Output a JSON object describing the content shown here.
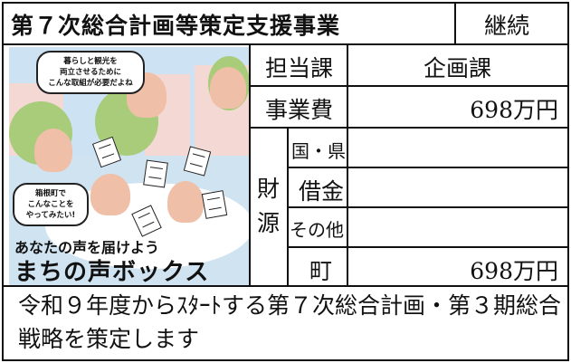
{
  "header": {
    "title": "第７次総合計画等策定支援事業",
    "status": "継続"
  },
  "illustration": {
    "bubble_top": "暮らしと観光を\n両立させるために\nこんな取組が必要だよね",
    "bubble_left": "箱根町で\nこんなことを\nやってみたい!",
    "caption_small": "あなたの声を届けよう",
    "caption_large": "まちの声ボックス"
  },
  "table": {
    "department_label": "担当課",
    "department_value": "企画課",
    "cost_label": "事業費",
    "cost_value": "698万円",
    "source_label": "財源",
    "rows": [
      {
        "label": "国・県",
        "value": ""
      },
      {
        "label": "借金",
        "value": ""
      },
      {
        "label": "その他",
        "value": ""
      },
      {
        "label": "町",
        "value": "698万円"
      }
    ]
  },
  "description": "令和９年度からｽﾀｰﾄする第７次総合計画・第３期総合戦略を策定します"
}
